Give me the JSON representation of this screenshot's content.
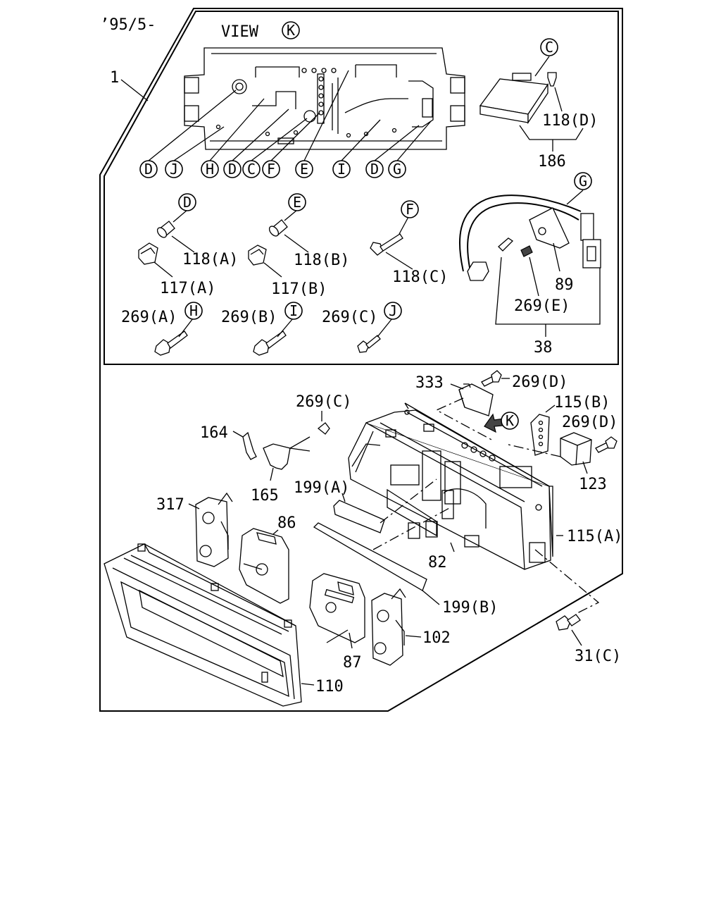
{
  "date_code": "’95/5-",
  "view_label": "VIEW",
  "view_letter": "K",
  "callouts": {
    "assembly": "1",
    "p186": "186",
    "p118d": "118(D)",
    "p118a": "118(A)",
    "p118b": "118(B)",
    "p118c": "118(C)",
    "p117a": "117(A)",
    "p117b": "117(B)",
    "p89": "89",
    "p269e": "269(E)",
    "p38": "38",
    "p269a": "269(A)",
    "p269b": "269(B)",
    "p269c_top": "269(C)",
    "p333": "333",
    "p269d_top": "269(D)",
    "p115b": "115(B)",
    "p269d_right": "269(D)",
    "p123": "123",
    "p269c_mid": "269(C)",
    "p164": "164",
    "p165": "165",
    "p199a": "199(A)",
    "p317": "317",
    "p86": "86",
    "p115a": "115(A)",
    "p82": "82",
    "p199b": "199(B)",
    "p102": "102",
    "p87": "87",
    "p31c": "31(C)",
    "p110": "110"
  },
  "view_row_letters": [
    "D",
    "J",
    "H",
    "D",
    "C",
    "F",
    "E",
    "I",
    "D",
    "G"
  ],
  "reference_letters": {
    "c_box": "C",
    "g_box": "G",
    "d_bulb": "D",
    "e_bulb": "E",
    "f_bulb": "F",
    "h_screw": "H",
    "i_screw": "I",
    "j_screw": "J",
    "k_arrow": "K"
  }
}
